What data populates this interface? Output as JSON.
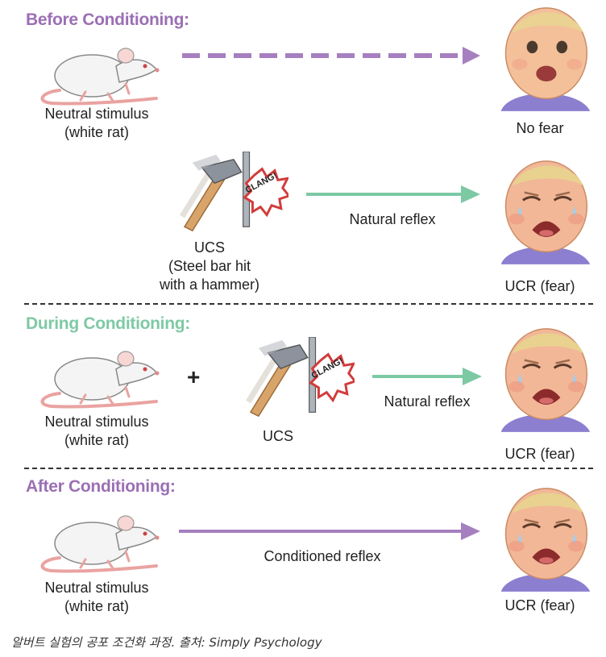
{
  "colors": {
    "before": "#9b6fb4",
    "during": "#7fc9a3",
    "after": "#9b6fb4",
    "arrow_purple": "#a67fc0",
    "arrow_green": "#7cc9a4"
  },
  "sections": {
    "before": {
      "title": "Before Conditioning:",
      "row1": {
        "stimulus_label": "Neutral stimulus\n(white rat)",
        "response_label": "No fear"
      },
      "row2": {
        "stimulus_label": "UCS\n(Steel bar hit\nwith a hammer)",
        "clang_text": "CLANG!",
        "arrow_label": "Natural reflex",
        "response_label": "UCR (fear)"
      }
    },
    "during": {
      "title": "During Conditioning:",
      "stimulus_label": "Neutral stimulus\n(white rat)",
      "plus": "+",
      "ucs_label": "UCS",
      "clang_text": "CLANG!",
      "arrow_label": "Natural reflex",
      "response_label": "UCR (fear)"
    },
    "after": {
      "title": "After Conditioning:",
      "stimulus_label": "Neutral stimulus\n(white rat)",
      "arrow_label": "Conditioned reflex",
      "response_label": "UCR (fear)"
    }
  },
  "caption": "알버트 실험의 공포 조건화 과정. 출처: Simply Psychology"
}
